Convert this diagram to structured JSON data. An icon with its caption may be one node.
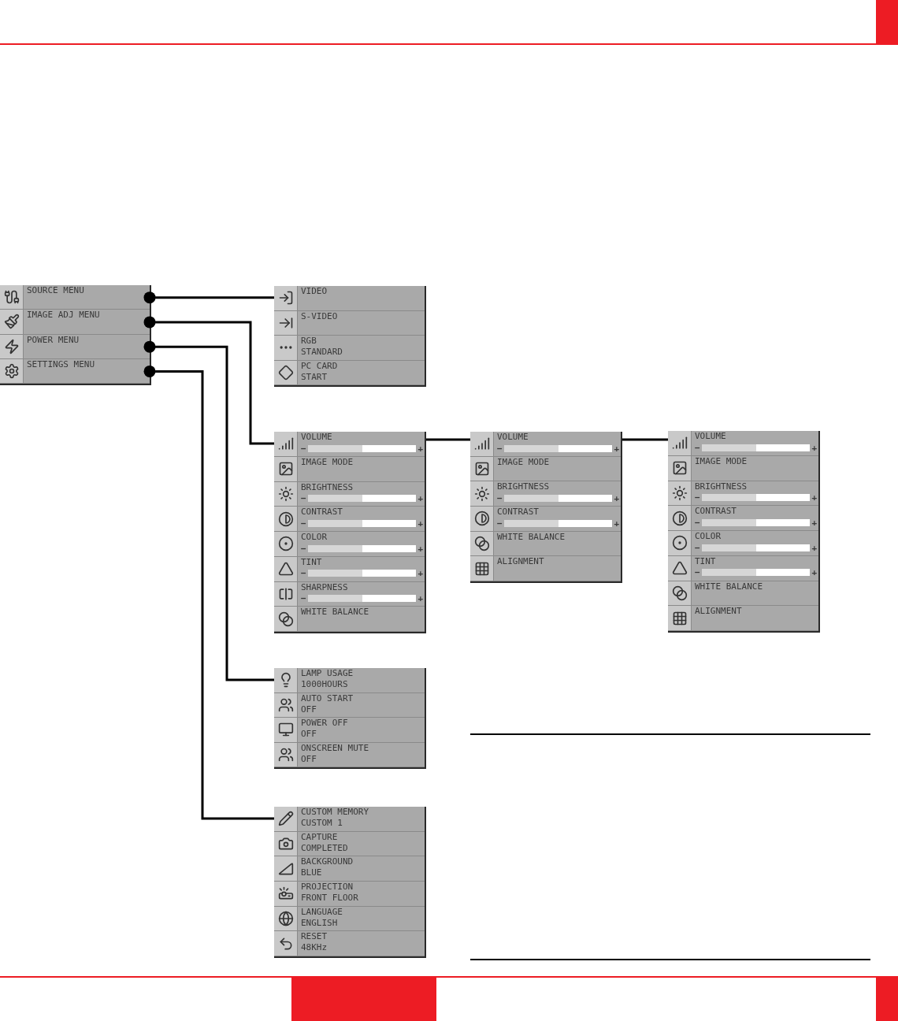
{
  "diagram": {
    "nodes": [
      {
        "text": [],
        "shape": "box"
      },
      {
        "text": [
          "SOURCE MENU"
        ],
        "in": 0
      },
      {
        "text": [
          "IMAGE ADJ MENU"
        ],
        "in": 0
      },
      {
        "text": [
          "POWER MENU"
        ],
        "in": 0
      },
      {
        "text": [
          "SETTINGS MENU"
        ],
        "in": 0
      },
      {
        "text": [],
        "shape": "box"
      },
      {
        "text": [
          "VIDEO"
        ],
        "in": 5
      },
      {
        "text": [
          "S-VIDEO"
        ],
        "in": 5
      },
      {
        "text": [
          "RGB",
          "STANDARD"
        ],
        "in": 5
      },
      {
        "text": [
          "PC CARD",
          "START"
        ],
        "in": 5
      },
      {
        "text": [],
        "shape": "box"
      },
      {
        "text": [
          "VOLUME",
          "−",
          "+"
        ],
        "in": 10
      },
      {
        "text": [
          "IMAGE MODE"
        ],
        "in": 10
      },
      {
        "text": [
          "BRIGHTNESS",
          "−",
          "+"
        ],
        "in": 10
      },
      {
        "text": [
          "CONTRAST",
          "−",
          "+"
        ],
        "in": 10
      },
      {
        "text": [
          "COLOR",
          "−",
          "+"
        ],
        "in": 10
      },
      {
        "text": [
          "TINT",
          "−",
          "+"
        ],
        "in": 10
      },
      {
        "text": [
          "SHARPNESS",
          "−",
          "+"
        ],
        "in": 10
      },
      {
        "text": [
          "WHITE BALANCE"
        ],
        "in": 10
      },
      {
        "text": [],
        "shape": "box"
      },
      {
        "text": [
          "VOLUME",
          "−",
          "+"
        ],
        "in": 19
      },
      {
        "text": [
          "IMAGE MODE"
        ],
        "in": 19
      },
      {
        "text": [
          "BRIGHTNESS",
          "−",
          "+"
        ],
        "in": 19
      },
      {
        "text": [
          "CONTRAST",
          "−",
          "+"
        ],
        "in": 19
      },
      {
        "text": [
          "WHITE BALANCE"
        ],
        "in": 19
      },
      {
        "text": [
          "ALIGNMENT"
        ],
        "in": 19
      },
      {
        "text": [],
        "shape": "box"
      },
      {
        "text": [
          "VOLUME",
          "−",
          "+"
        ],
        "in": 26
      },
      {
        "text": [
          "IMAGE MODE"
        ],
        "in": 26
      },
      {
        "text": [
          "BRIGHTNESS",
          "−",
          "+"
        ],
        "in": 26
      },
      {
        "text": [
          "CONTRAST",
          "−",
          "+"
        ],
        "in": 26
      },
      {
        "text": [
          "COLOR",
          "−",
          "+"
        ],
        "in": 26
      },
      {
        "text": [
          "TINT",
          "−",
          "+"
        ],
        "in": 26
      },
      {
        "text": [
          "WHITE BALANCE"
        ],
        "in": 26
      },
      {
        "text": [
          "ALIGNMENT"
        ],
        "in": 26
      },
      {
        "text": [],
        "shape": "box"
      },
      {
        "text": [
          "LAMP USAGE",
          "1000HOURS"
        ],
        "in": 35
      },
      {
        "text": [
          "AUTO START",
          "OFF"
        ],
        "in": 35
      },
      {
        "text": [
          "POWER OFF",
          "OFF"
        ],
        "in": 35
      },
      {
        "text": [
          "ONSCREEN MUTE",
          "OFF"
        ],
        "in": 35
      },
      {
        "text": [],
        "shape": "box"
      },
      {
        "text": [
          "CUSTOM MEMORY",
          "CUSTOM 1"
        ],
        "in": 40
      },
      {
        "text": [
          "CAPTURE",
          "COMPLETED"
        ],
        "in": 40
      },
      {
        "text": [
          "BACKGROUND",
          "BLUE"
        ],
        "in": 40
      },
      {
        "text": [
          "PROJECTION",
          "FRONT FLOOR"
        ],
        "in": 40
      },
      {
        "text": [
          "LANGUAGE",
          "ENGLISH"
        ],
        "in": 40
      },
      {
        "text": [
          "RESET",
          "48KHz"
        ],
        "in": 40
      }
    ],
    "edges": [
      {
        "from": 1,
        "to": 5,
        "arrow": "other"
      },
      {
        "from": 2,
        "to": 10,
        "arrow": "other"
      },
      {
        "from": 3,
        "to": 35,
        "arrow": "other"
      },
      {
        "from": 4,
        "to": 40,
        "arrow": "other"
      },
      {
        "from": 10,
        "to": 19,
        "arrow": "none"
      },
      {
        "from": 19,
        "to": 26,
        "arrow": "none"
      }
    ]
  }
}
